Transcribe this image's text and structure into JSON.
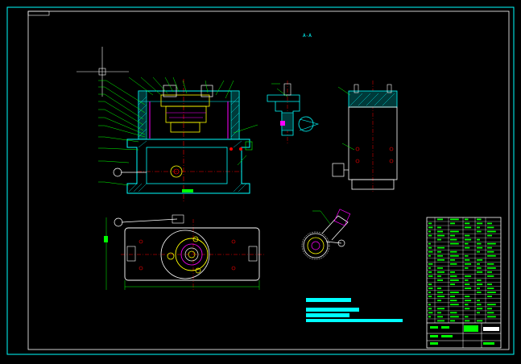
{
  "drawing": {
    "background": "#000000",
    "colors": {
      "frame": "#00ffff",
      "part": "#00ffff",
      "hatch": "#00ffff",
      "dimension": "#00ff00",
      "center": "#ff0000",
      "leader": "#00ff00",
      "highlight": "#ffff00",
      "accent": "#ff00ff",
      "white": "#ffffff"
    },
    "views": [
      {
        "name": "front-section-view"
      },
      {
        "name": "side-view"
      },
      {
        "name": "detail-view-a"
      },
      {
        "name": "detail-view-b"
      },
      {
        "name": "top-view"
      }
    ],
    "revision_mark": "A-A"
  }
}
